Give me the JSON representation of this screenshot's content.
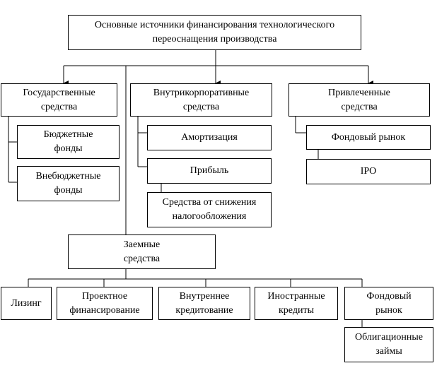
{
  "diagram": {
    "root": "Основные источники финансирования технологического\nпереоснащения производства",
    "state": {
      "title": "Государственные\nсредства",
      "children": [
        "Бюджетные\nфонды",
        "Внебюджетные\nфонды"
      ]
    },
    "internal": {
      "title": "Внутрикорпоративные\nсредства",
      "children": [
        "Амортизация",
        "Прибыль",
        "Средства от снижения\nналогообложения"
      ]
    },
    "attracted": {
      "title": "Привлеченные\nсредства",
      "children": [
        "Фондовый рынок",
        "IPO"
      ]
    },
    "borrowed": {
      "title": "Заемные\nсредства",
      "children": [
        "Лизинг",
        "Проектное\nфинансирование",
        "Внутреннее\nкредитование",
        "Иностранные\nкредиты",
        "Фондовый\nрынок"
      ],
      "bonds": "Облигационные\nзаймы"
    }
  }
}
